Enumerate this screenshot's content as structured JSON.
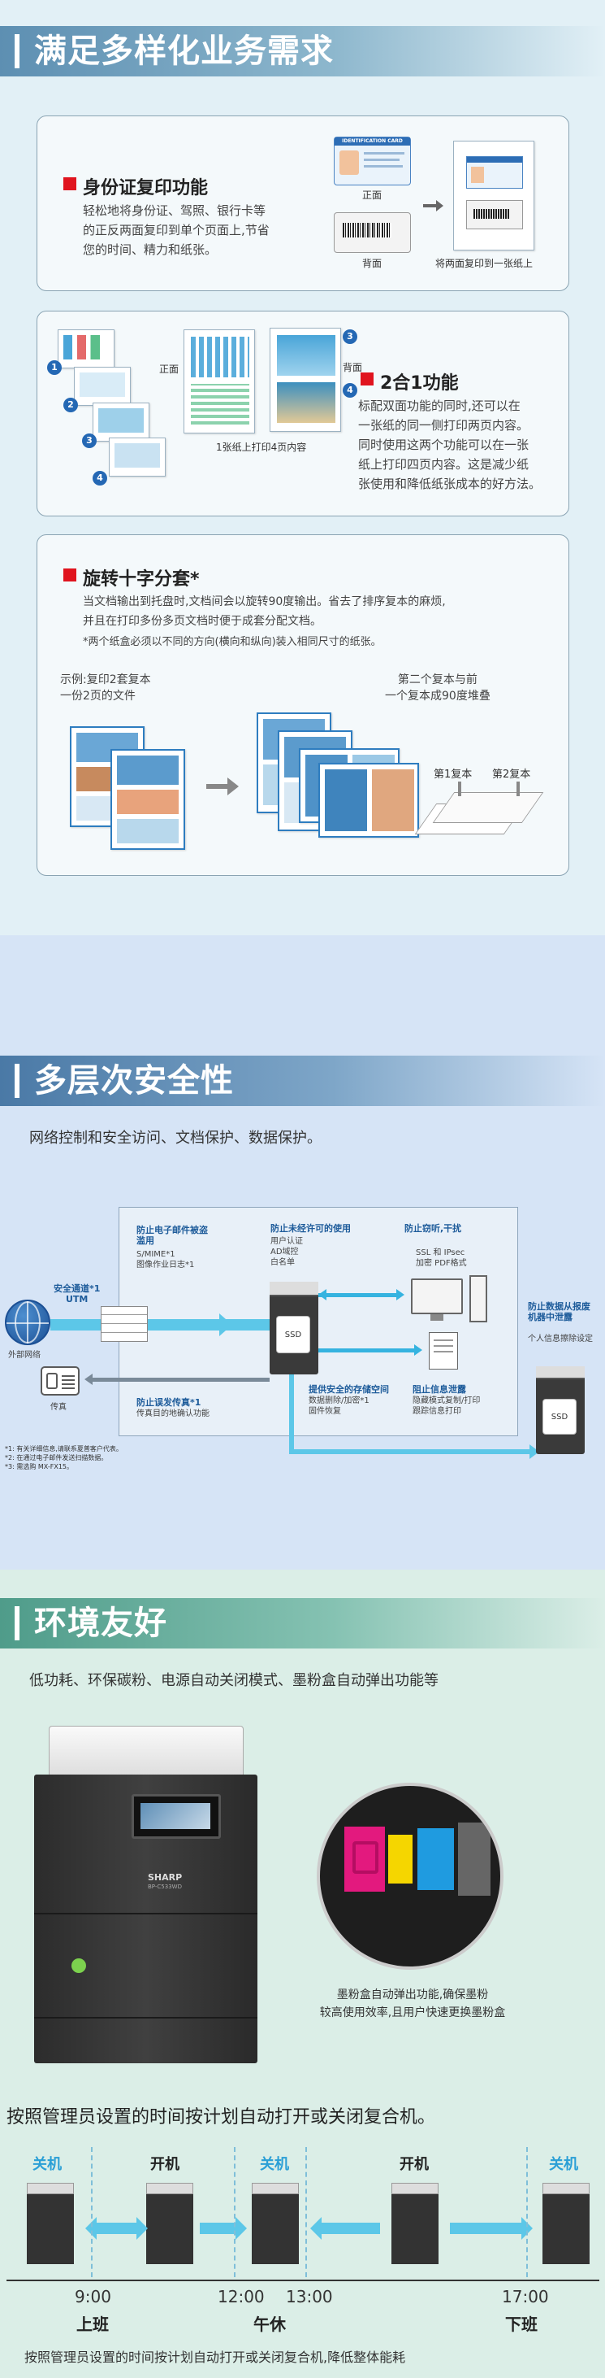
{
  "section1": {
    "title": "满足多样化业务需求",
    "id_copy": {
      "title": "身份证复印功能",
      "desc_lines": [
        "轻松地将身份证、驾照、银行卡等",
        "的正反两面复印到单个页面上,节省",
        "您的时间、精力和纸张。"
      ],
      "card_front_header": "IDENTIFICATION CARD",
      "front_label": "正面",
      "back_label": "背面",
      "result_label": "将两面复印到一张纸上"
    },
    "two_in_one": {
      "title": "2合1功能",
      "desc_lines": [
        "标配双面功能的同时,还可以在",
        "一张纸的同一侧打印两页内容。",
        "同时使用这两个功能可以在一张",
        "纸上打印四页内容。这是减少纸",
        "张使用和降低纸张成本的好方法。"
      ],
      "front_label": "正面",
      "back_label": "背面",
      "result_label": "1张纸上打印4页内容",
      "numbers": [
        "1",
        "2",
        "3",
        "4"
      ]
    },
    "rotate_sort": {
      "title": "旋转十字分套*",
      "desc_lines": [
        "当文档输出到托盘时,文档间会以旋转90度输出。省去了排序复本的麻烦,",
        "并且在打印多份多页文档时便于成套分配文档。"
      ],
      "note": "*两个纸盒必须以不同的方向(横向和纵向)装入相同尺寸的纸张。",
      "example_line1": "示例:复印2套复本",
      "example_line2": "一份2页的文件",
      "result_line1": "第二个复本与前",
      "result_line2": "一个复本成90度堆叠",
      "copy1": "第1复本",
      "copy2": "第2复本"
    }
  },
  "section2": {
    "title": "多层次安全性",
    "subtitle": "网络控制和安全访问、文档保护、数据保护。",
    "email_title": "防止电子邮件被盗\n滥用",
    "email_items": "S/MIME*1\n图像作业日志*1",
    "unauth_title": "防止未经许可的使用",
    "unauth_items": "用户认证\nAD域控\n白名单",
    "spy_title": "防止窃听,干扰",
    "spy_items": "SSL 和 IPsec\n加密 PDF格式",
    "channel_label": "安全通道*1\nUTM",
    "external_label": "外部网络",
    "fax_label": "传真",
    "misfax_title": "防止误发传真*1",
    "misfax_items": "传真目的地确认功能",
    "storage_title": "提供安全的存储空间",
    "storage_items": "数据删除/加密*1\n固件恢复",
    "leak_title": "阻止信息泄露",
    "leak_items": "隐藏模式复制/打印\n跟踪信息打印",
    "disposal_title": "防止数据从报废\n机器中泄露",
    "disposal_items": "个人信息擦除设定",
    "ssd_label": "SSD",
    "footnotes": [
      "*1: 有关详细信息,请联系夏普客户代表。",
      "*2: 在通过电子邮件发送扫描数据。",
      "*3: 需选购 MX-FX15。"
    ]
  },
  "section3": {
    "title": "环境友好",
    "subtitle": "低功耗、环保碳粉、电源自动关闭模式、墨粉盒自动弹出功能等",
    "brand": "SHARP",
    "model": "BP-C533WD",
    "toner_caption_lines": [
      "墨粉盒自动弹出功能,确保墨粉",
      "较高使用效率,且用户快速更换墨粉盒"
    ],
    "schedule_text": "按照管理员设置的时间按计划自动打开或关闭复合机。",
    "timeline": {
      "labels": [
        "关机",
        "开机",
        "关机",
        "开机",
        "关机"
      ],
      "times": [
        "9:00",
        "12:00",
        "13:00",
        "17:00"
      ],
      "periods": [
        "上班",
        "午休",
        "下班"
      ],
      "caption": "按照管理员设置的时间按计划自动打开或关闭复合机,降低整体能耗"
    },
    "colors": {
      "on": "#222222",
      "off": "#2a9fd6"
    }
  }
}
